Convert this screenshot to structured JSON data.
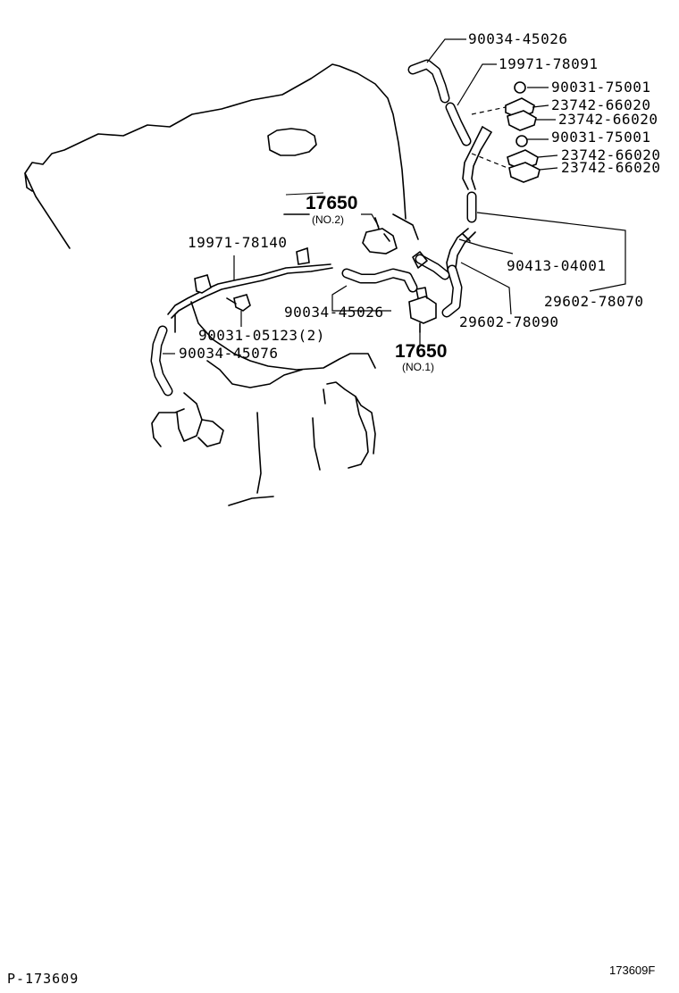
{
  "diagram": {
    "labels": {
      "p1": "90034-45026",
      "p2": "19971-78091",
      "p3": "90031-75001",
      "p4": "23742-66020",
      "p5": "23742-66020",
      "p6": "90031-75001",
      "p7": "23742-66020",
      "p8": "23742-66020",
      "p9": "17650",
      "p9sub": "(NO.2)",
      "p10": "19971-78140",
      "p11": "90413-04001",
      "p12": "29602-78070",
      "p13": "90034-45026",
      "p14": "29602-78090",
      "p15": "90031-05123(2)",
      "p16": "17650",
      "p16sub": "(NO.1)",
      "p17": "90034-45076"
    },
    "footer": {
      "page_id": "P-173609",
      "figure_id": "173609F"
    }
  }
}
